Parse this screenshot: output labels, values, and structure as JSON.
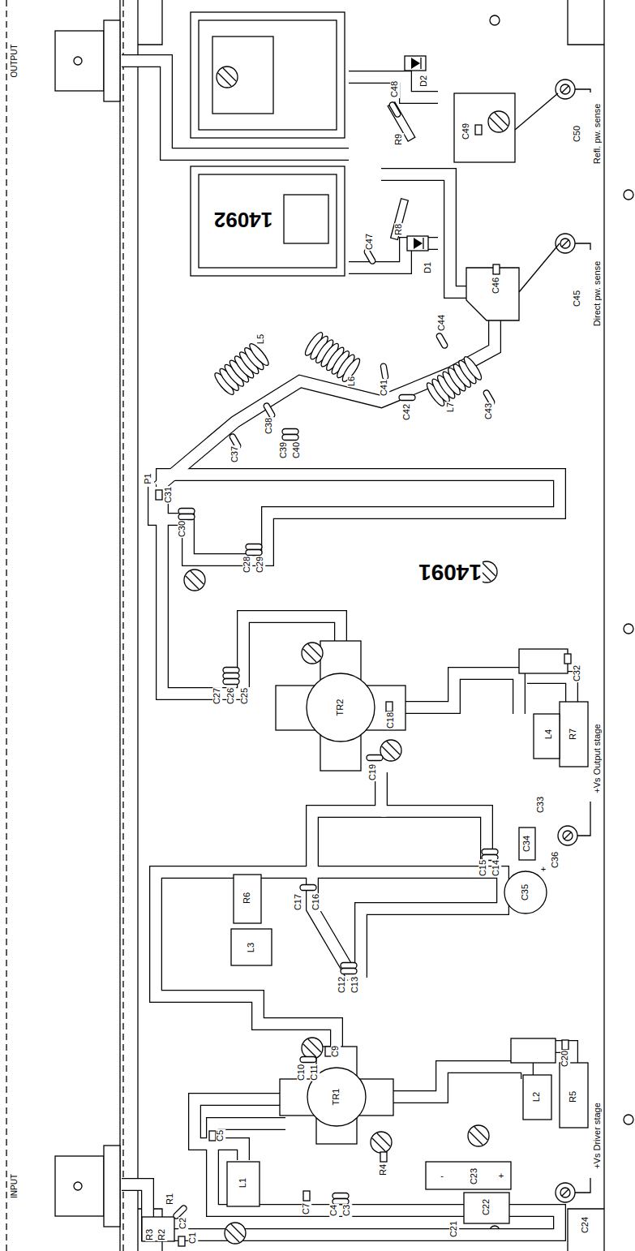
{
  "diagram": {
    "labels": [
      "OUTPUT",
      "INPUT",
      "C48",
      "D2",
      "R9",
      "C49",
      "C50",
      "Refl. pw. sense",
      "14092",
      "C47",
      "R8",
      "D1",
      "C46",
      "C45",
      "Direct pw. sense",
      "L5",
      "C44",
      "L6",
      "C41",
      "C42",
      "L7",
      "C43",
      "C38",
      "C37",
      "C39",
      "C40",
      "P1",
      "C31",
      "C30",
      "C28",
      "C29",
      "14091",
      "C32",
      "C27",
      "C26",
      "C25",
      "TR2",
      "L4",
      "R7",
      "+Vs Output stage",
      "C18",
      "C19",
      "C33",
      "C34",
      "C36",
      "+",
      "C35",
      "C15",
      "C14",
      "R6",
      "L3",
      "C17",
      "C16",
      "C12",
      "C13",
      "C9",
      "C10",
      "C11",
      "TR1",
      "C20",
      "L2",
      "R5",
      "+Vs Driver stage",
      "C5",
      "R4",
      "L1",
      "C23",
      "-",
      "+",
      "C22",
      "C21",
      "C24",
      "C7",
      "C4",
      "C3",
      "R3",
      "R2",
      "R1",
      "C2",
      "C1"
    ]
  }
}
